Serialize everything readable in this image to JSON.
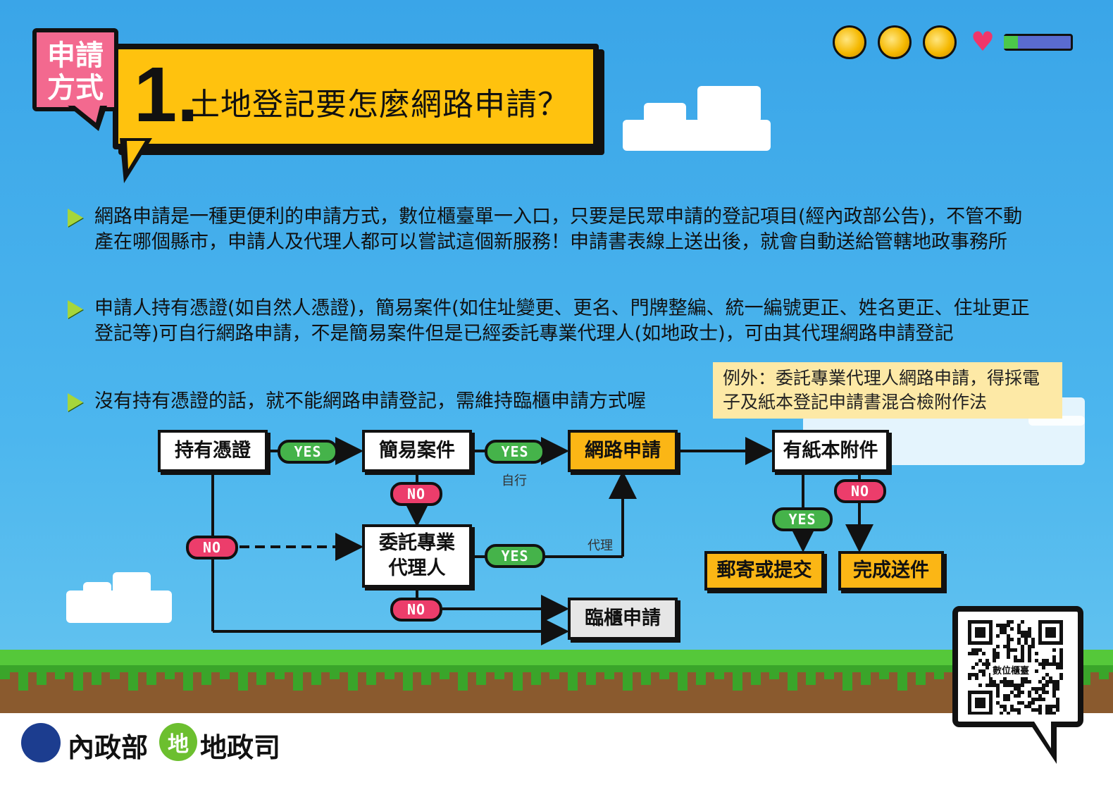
{
  "header": {
    "tag": "申請\n方式",
    "number": "1.",
    "title": "土地登記要怎麼網路申請？"
  },
  "bullets": [
    "網路申請是一種更便利的申請方式，數位櫃臺單一入口，只要是民眾申請的登記項目(經內政部公告)，不管不動產在哪個縣市，申請人及代理人都可以嘗試這個新服務！申請書表線上送出後，就會自動送給管轄地政事務所",
    "申請人持有憑證(如自然人憑證)，簡易案件(如住址變更、更名、門牌整編、統一編號更正、姓名更正、住址更正登記等)可自行網路申請，不是簡易案件但是已經委託專業代理人(如地政士)，可由其代理網路申請登記",
    "沒有持有憑證的話，就不能網路申請登記，需維持臨櫃申請方式喔"
  ],
  "note": "例外：委託專業代理人網路申請，得採電子及紙本登記申請書混合檢附作法",
  "flow": {
    "certificate": "持有憑證",
    "simple_case": "簡易案件",
    "online": "網路申請",
    "paper_attach": "有紙本附件",
    "agent": "委託專業\n代理人",
    "counter": "臨櫃申請",
    "mail": "郵寄或提交",
    "complete": "完成送件",
    "yes": "YES",
    "no": "NO",
    "self_label": "自行",
    "agent_label": "代理"
  },
  "qr": {
    "label": "數位櫃臺"
  },
  "footer": {
    "logo1": "內政部",
    "logo2": "地政司",
    "logo2_icon": "地"
  },
  "colors": {
    "sky": "#3aa5e8",
    "title_yellow": "#ffc20e",
    "tag_pink": "#f3698f",
    "yes_green": "#45b34a",
    "no_pink": "#ec3d6b",
    "box_yellow": "#fbb615",
    "note_bg": "#fde9a6"
  },
  "icons": [
    "coin-icon",
    "heart-icon",
    "arrow-bullet-icon",
    "qr-code-icon",
    "moi-logo-icon",
    "land-dept-logo-icon"
  ]
}
